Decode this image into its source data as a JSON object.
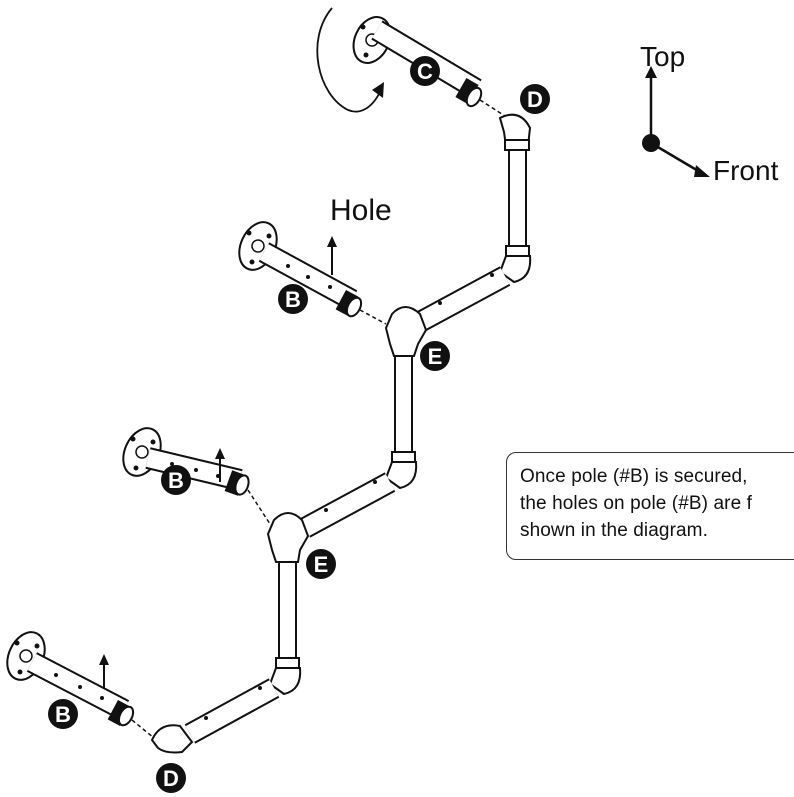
{
  "orientation": {
    "top_label": "Top",
    "front_label": "Front"
  },
  "hole_label": "Hole",
  "part_labels": {
    "c": "C",
    "d_top": "D",
    "b1": "B",
    "e1": "E",
    "b2": "B",
    "e2": "E",
    "b3": "B",
    "d_bottom": "D"
  },
  "note": {
    "line1": "Once pole (#B) is secured,",
    "line2": "the holes on pole (#B) are f",
    "line3": "shown in the diagram."
  },
  "colors": {
    "line": "#111111",
    "pipe_fill": "#ffffff",
    "badge": "#111111"
  }
}
